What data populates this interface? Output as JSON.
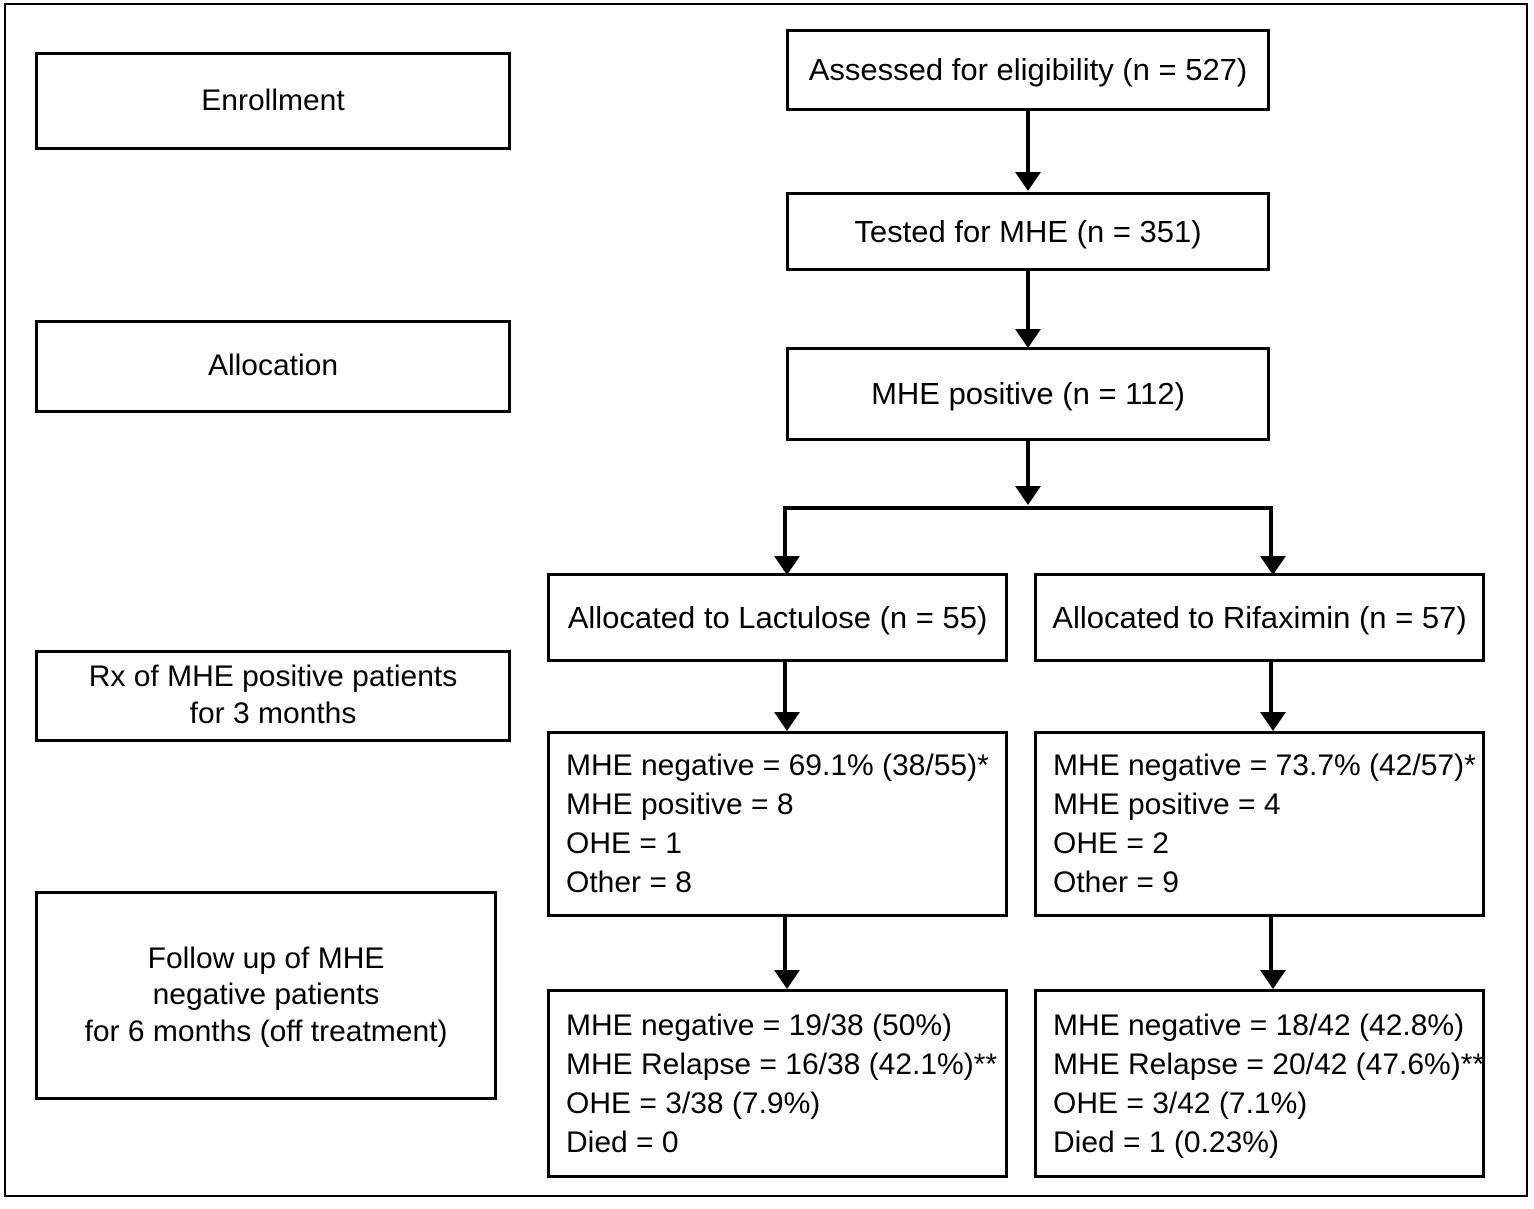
{
  "figure": {
    "title": "CONSORT-style participant flow diagram",
    "stroke_color": "#000000",
    "background_color": "#ffffff"
  },
  "stage_labels": [
    {
      "id": "enrollment",
      "text": "Enrollment"
    },
    {
      "id": "allocation",
      "text": "Allocation"
    },
    {
      "id": "treatment",
      "text": "Rx of MHE positive patients\nfor 3 months"
    },
    {
      "id": "followup",
      "text": "Follow up of MHE\nnegative patients\nfor 6 months (off treatment)"
    }
  ],
  "nodes": {
    "assessed": {
      "text": "Assessed for eligibility (n = 527)"
    },
    "tested": {
      "text": "Tested for MHE (n = 351)"
    },
    "mhe_positive": {
      "text": "MHE positive (n = 112)"
    },
    "alloc_lactulose": {
      "text": "Allocated to Lactulose (n = 55)"
    },
    "alloc_rifaximin": {
      "text": "Allocated to Rifaximin (n = 57)"
    }
  },
  "outcomes_3mo": {
    "lactulose": {
      "lines": [
        "MHE negative = 69.1% (38/55)*",
        "MHE positive = 8",
        "OHE = 1",
        "Other = 8"
      ]
    },
    "rifaximin": {
      "lines": [
        "MHE negative = 73.7% (42/57)*",
        "MHE positive = 4",
        "OHE = 2",
        "Other = 9"
      ]
    }
  },
  "outcomes_6mo": {
    "lactulose": {
      "lines": [
        "MHE negative = 19/38 (50%)",
        "MHE Relapse = 16/38 (42.1%)**",
        "OHE = 3/38 (7.9%)",
        "Died = 0"
      ]
    },
    "rifaximin": {
      "lines": [
        "MHE negative = 18/42 (42.8%)",
        "MHE Relapse = 20/42 (47.6%)**",
        "OHE = 3/42 (7.1%)",
        "Died = 1 (0.23%)"
      ]
    }
  },
  "chart_data": {
    "type": "table",
    "title": "Participant flow: Lactulose vs Rifaximin for minimal hepatic encephalopathy (MHE)",
    "screening": {
      "assessed_for_eligibility": 527,
      "tested_for_mhe": 351,
      "mhe_positive": 112
    },
    "arms": [
      {
        "name": "Lactulose",
        "allocated": 55,
        "after_3_months": {
          "mhe_negative_percent": 69.1,
          "mhe_negative_fraction": "38/55",
          "mhe_positive": 8,
          "ohe": 1,
          "other": 8
        },
        "after_6_months_off_treatment": {
          "mhe_negative": "19/38",
          "mhe_negative_percent": 50.0,
          "mhe_relapse": "16/38",
          "mhe_relapse_percent": 42.1,
          "ohe": "3/38",
          "ohe_percent": 7.9,
          "died": 0
        }
      },
      {
        "name": "Rifaximin",
        "allocated": 57,
        "after_3_months": {
          "mhe_negative_percent": 73.7,
          "mhe_negative_fraction": "42/57",
          "mhe_positive": 4,
          "ohe": 2,
          "other": 9
        },
        "after_6_months_off_treatment": {
          "mhe_negative": "18/42",
          "mhe_negative_percent": 42.8,
          "mhe_relapse": "20/42",
          "mhe_relapse_percent": 47.6,
          "ohe": "3/42",
          "ohe_percent": 7.1,
          "died": 1,
          "died_percent": 0.23
        }
      }
    ],
    "footnote_markers": [
      "*",
      "**"
    ]
  }
}
